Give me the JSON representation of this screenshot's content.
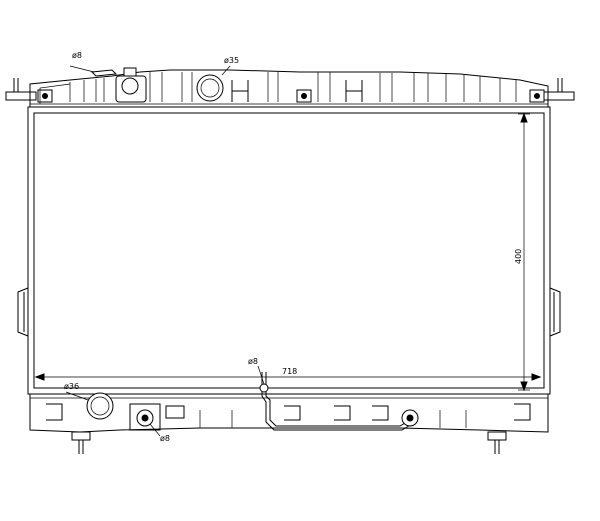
{
  "dimensions": {
    "width_label": "718",
    "height_label": "400"
  },
  "callouts": {
    "drain_top": "ø8",
    "inlet_top": "ø35",
    "outlet_bottom": "ø36",
    "drain_bottom": "ø8",
    "oil_line": "ø8"
  },
  "colors": {
    "line": "#000000",
    "background": "#ffffff"
  }
}
